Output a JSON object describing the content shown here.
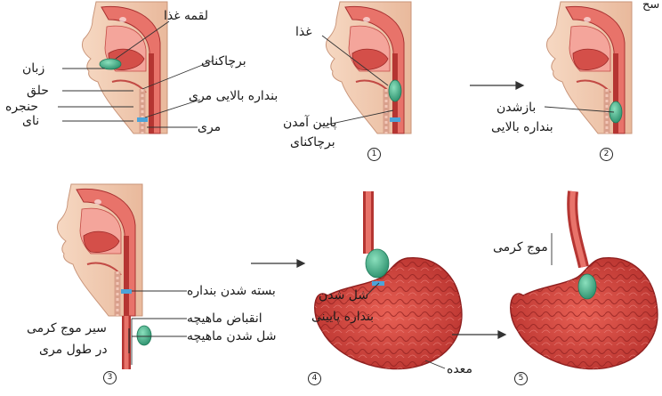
{
  "panel_0": {
    "labels": {
      "bolus": "لقمه غذا",
      "tongue": "زبان",
      "epiglottis": "برچاکنای",
      "pharynx": "حلق",
      "upper_sphincter": "بنداره بالایی مری",
      "larynx": "حنجره",
      "trachea": "نای",
      "esophagus": "مری"
    }
  },
  "panel_1": {
    "number": "1",
    "labels": {
      "food": "غذا",
      "epiglottis_down_1": "پایین آمدن",
      "epiglottis_down_2": "برچاکنای"
    }
  },
  "panel_2": {
    "number": "2",
    "labels": {
      "opening_1": "بازشدن",
      "opening_2": "بنداره بالایی"
    }
  },
  "panel_3": {
    "number": "3",
    "labels": {
      "sphincter_closing": "بسته شدن بنداره",
      "muscle_contraction": "انقباض ماهیچه",
      "muscle_relaxation": "شل شدن ماهیچه",
      "peristalsis_path_1": "سیر موج کرمی",
      "peristalsis_path_2": "در طول مری"
    }
  },
  "panel_4": {
    "number": "4",
    "labels": {
      "lower_relax_1": "شل شدن",
      "lower_relax_2": "بنداره پایینی",
      "stomach": "معده"
    }
  },
  "panel_5": {
    "number": "5",
    "labels": {
      "peristalsis": "موج کرمی"
    }
  },
  "corner_fragment": "سح",
  "colors": {
    "skin": "#f2cdb2",
    "skin_dark": "#e0a88a",
    "tissue": "#e8736a",
    "tissue_dark": "#c73b3a",
    "bolus": "#3fae8a",
    "sphincter": "#4da3d8",
    "stomach": "#d9453e"
  }
}
